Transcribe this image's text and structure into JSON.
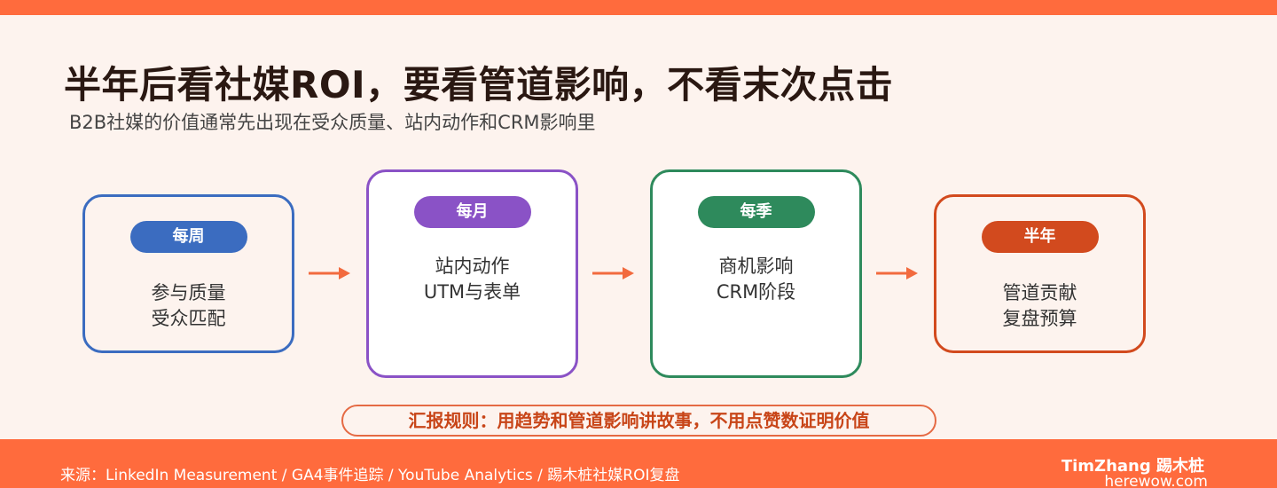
{
  "header": {
    "title": "半年后看社媒ROI，要看管道影响，不看末次点击",
    "subtitle": "B2B社媒的价值通常先出现在受众质量、站内动作和CRM影响里"
  },
  "stages": [
    {
      "label": "每周",
      "line1": "参与质量",
      "line2": "受众匹配",
      "color": "#3b6cc0"
    },
    {
      "label": "每月",
      "line1": "站内动作",
      "line2": "UTM与表单",
      "color": "#8a52c6"
    },
    {
      "label": "每季",
      "line1": "商机影响",
      "line2": "CRM阶段",
      "color": "#2e8a5c"
    },
    {
      "label": "半年",
      "line1": "管道贡献",
      "line2": "复盘预算",
      "color": "#d24a1e"
    }
  ],
  "rule": "汇报规则：用趋势和管道影响讲故事，不用点赞数证明价值",
  "footer": {
    "source": "来源：LinkedIn Measurement / GA4事件追踪 / YouTube Analytics / 踢木桩社媒ROI复盘",
    "brand": "TimZhang 踢木桩",
    "url": "herewow.com"
  },
  "colors": {
    "accent": "#ff6b3d",
    "arrow": "#f26a3e"
  }
}
